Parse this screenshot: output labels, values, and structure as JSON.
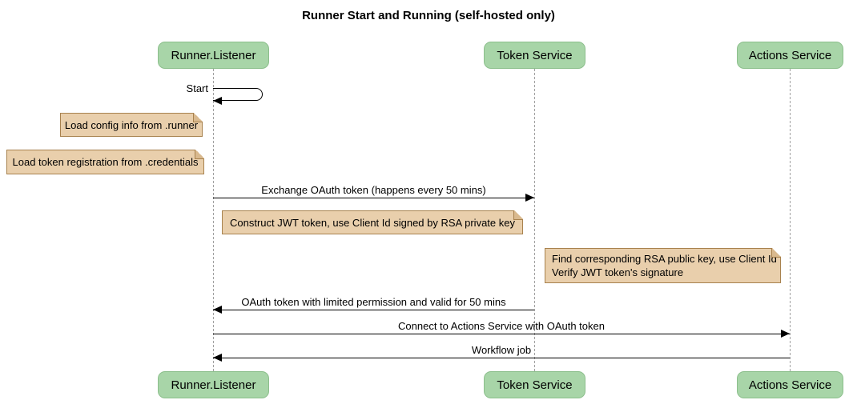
{
  "title": "Runner Start and Running (self-hosted only)",
  "colors": {
    "actor_fill": "#a8d5a8",
    "actor_border": "#8cbf8c",
    "note_fill": "#e9cfac",
    "note_border": "#a8824e",
    "note_fold": "#d9b98e",
    "lifeline": "#a0a0a0",
    "arrow": "#000000"
  },
  "actors": [
    {
      "label": "Runner.Listener"
    },
    {
      "label": "Token Service"
    },
    {
      "label": "Actions Service"
    }
  ],
  "messages": [
    {
      "label": "Start",
      "from": "Runner.Listener",
      "to": "Runner.Listener",
      "type": "self"
    },
    {
      "label": "Exchange OAuth token (happens every 50 mins)",
      "from": "Runner.Listener",
      "to": "Token Service",
      "type": "arrow"
    },
    {
      "label": "OAuth token with limited permission and valid for 50 mins",
      "from": "Token Service",
      "to": "Runner.Listener",
      "type": "arrow"
    },
    {
      "label": "Connect to Actions Service with OAuth token",
      "from": "Runner.Listener",
      "to": "Actions Service",
      "type": "arrow"
    },
    {
      "label": "Workflow job",
      "from": "Actions Service",
      "to": "Runner.Listener",
      "type": "arrow"
    }
  ],
  "notes": [
    {
      "lines": [
        "Load config info from .runner"
      ]
    },
    {
      "lines": [
        "Load token registration from .credentials"
      ]
    },
    {
      "lines": [
        "Construct JWT token, use Client Id signed by RSA private key"
      ]
    },
    {
      "lines": [
        "Find corresponding RSA public key, use Client Id",
        "Verify JWT token's signature"
      ]
    }
  ]
}
